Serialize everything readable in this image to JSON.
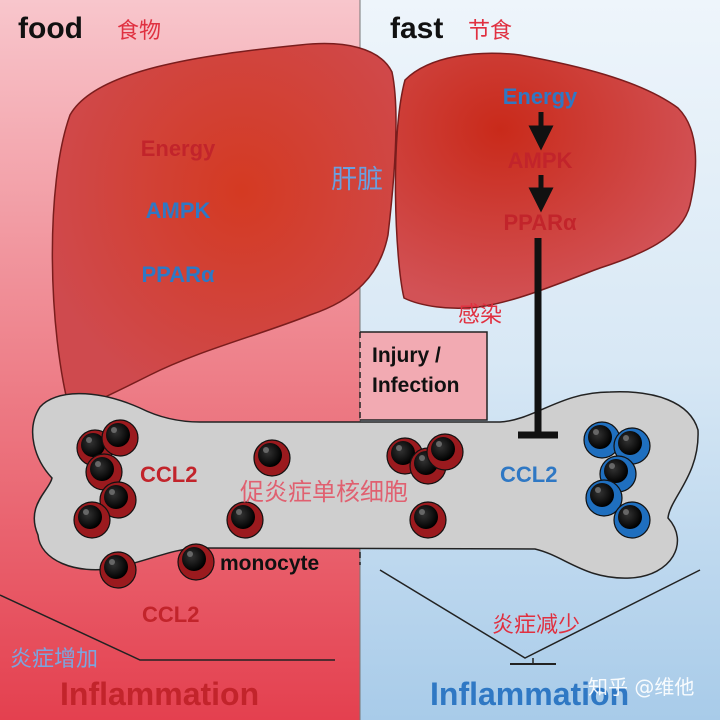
{
  "panels": {
    "left_heading": "food",
    "left_heading_cn": "食物",
    "right_heading": "fast",
    "right_heading_cn": "节食"
  },
  "liver": {
    "cn_label": "肝脏",
    "left_energy": "Energy",
    "left_ampk": "AMPK",
    "left_ppar": "PPARα",
    "right_energy": "Energy",
    "right_ampk": "AMPK",
    "right_ppar": "PPARα"
  },
  "infection": {
    "cn_label": "感染",
    "line1": "Injury /",
    "line2": "Infection"
  },
  "bone": {
    "left_ccl2": "CCL2",
    "right_ccl2": "CCL2",
    "cn_label": "促炎症单核细胞"
  },
  "outside": {
    "monocyte": "monocyte",
    "ccl2": "CCL2",
    "left_cn": "炎症增加",
    "left_inflammation": "Inflammation",
    "right_cn": "炎症减少",
    "right_inflammation": "Inflammation"
  },
  "watermark": "知乎 @维他",
  "colors": {
    "red_panel": "#ec5a66",
    "blue_panel": "#bcd8ef",
    "liver": "#c8393c",
    "text_red": "#c2242b",
    "text_blue": "#2f78c4",
    "text_cn": "#e06070",
    "cell_red": "#9b1a1e",
    "cell_blue": "#1f6fbf",
    "bone_fill": "#cfcfcf"
  }
}
